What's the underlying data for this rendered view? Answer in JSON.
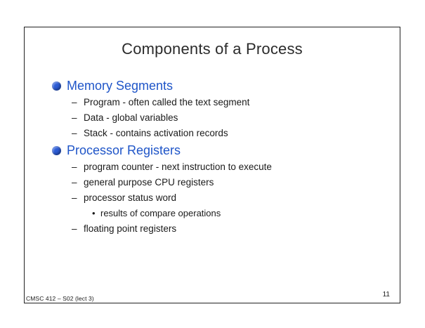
{
  "slide": {
    "title": "Components of a Process",
    "footer": "CMSC 412 – S02  (lect 3)",
    "page_number": "11",
    "accent_color": "#1f55c8"
  },
  "sections": [
    {
      "heading": "Memory Segments",
      "items": [
        {
          "text": "Program - often called the text segment"
        },
        {
          "text": "Data - global variables"
        },
        {
          "text": "Stack - contains activation records"
        }
      ]
    },
    {
      "heading": "Processor Registers",
      "items": [
        {
          "text": "program counter - next instruction to execute"
        },
        {
          "text": "general purpose CPU registers"
        },
        {
          "text": "processor status word"
        },
        {
          "text": "results of compare operations",
          "level": 2
        },
        {
          "text": "floating point registers"
        }
      ]
    }
  ],
  "markers": {
    "dash": "–",
    "dot": "•"
  }
}
